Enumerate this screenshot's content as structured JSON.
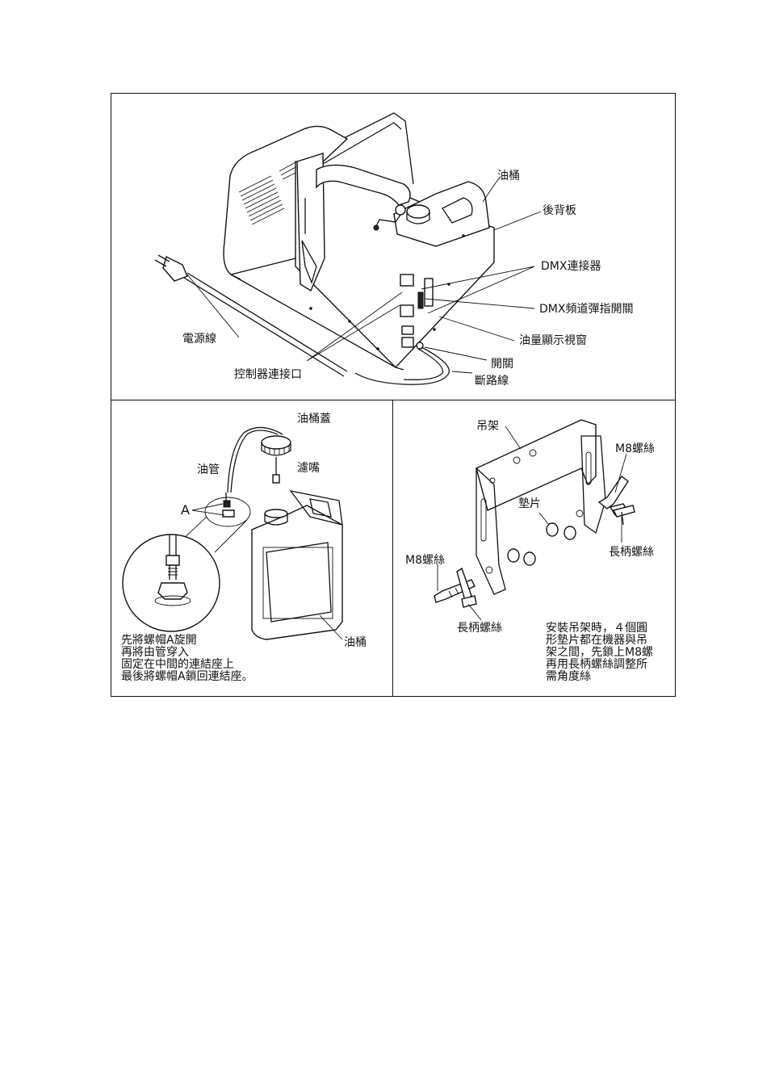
{
  "top_panel": {
    "labels": {
      "tank": "油桶",
      "back_panel": "後背板",
      "dmx_connector": "DMX連接器",
      "dmx_dip_switch": "DMX頻道彈指開關",
      "oil_window": "油量顯示視窗",
      "power_cord": "電源線",
      "switch": "開關",
      "controller_port": "控制器連接口",
      "breaker_line": "斷路線"
    }
  },
  "left_panel": {
    "labels": {
      "tank_cap": "油桶蓋",
      "oil_tube": "油管",
      "filter_nozzle": "濾嘴",
      "nut_a": "A",
      "tank": "油桶"
    },
    "instructions": "先將螺帽A旋開\n再將由管穿入\n固定在中間的連結座上\n最後將螺帽A鎖回連結座。"
  },
  "right_panel": {
    "labels": {
      "bracket": "吊架",
      "m8_screw_top": "M8螺絲",
      "washer": "墊片",
      "long_handle_screw_right": "長柄螺絲",
      "m8_screw_left": "M8螺絲",
      "long_handle_screw_bottom": "長柄螺絲"
    },
    "instructions": "安裝吊架時，４個圓\n形墊片都在機器與吊\n架之間，先鎖上M8螺\n再用長柄螺絲調整所\n需角度絲"
  }
}
